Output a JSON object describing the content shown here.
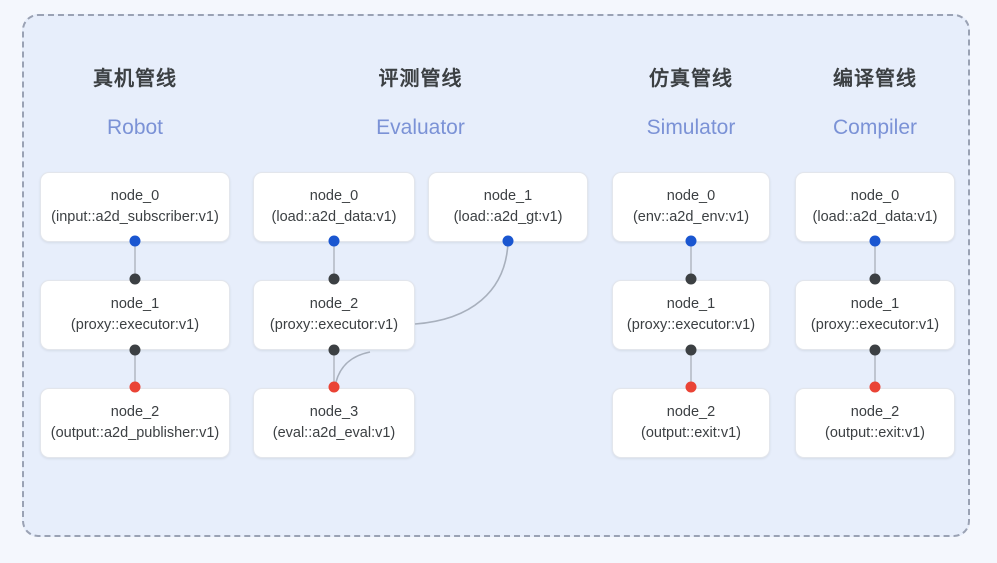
{
  "diagram": {
    "title_cn_robot": "真机管线",
    "frame_style": "dashed",
    "background_color": "#e7eefb",
    "page_background_color": "#f4f7fd",
    "accent_color": "#7b92d6",
    "port_colors": {
      "input": "#1a56d0",
      "middle": "#3c4043",
      "output": "#ea4335"
    },
    "edge_color": "#bfc5d0"
  },
  "columns": [
    {
      "title_cn": "真机管线",
      "title_en": "Robot",
      "nodes": [
        {
          "id": "node_0",
          "type": "(input::a2d_subscriber:v1)"
        },
        {
          "id": "node_1",
          "type": "(proxy::executor:v1)"
        },
        {
          "id": "node_2",
          "type": "(output::a2d_publisher:v1)"
        }
      ]
    },
    {
      "title_cn": "评测管线",
      "title_en": "Evaluator",
      "nodes": [
        {
          "id": "node_0",
          "type": "(load::a2d_data:v1)"
        },
        {
          "id": "node_1",
          "type": "(load::a2d_gt:v1)"
        },
        {
          "id": "node_2",
          "type": "(proxy::executor:v1)"
        },
        {
          "id": "node_3",
          "type": "(eval::a2d_eval:v1)"
        }
      ]
    },
    {
      "title_cn": "仿真管线",
      "title_en": "Simulator",
      "nodes": [
        {
          "id": "node_0",
          "type": "(env::a2d_env:v1)"
        },
        {
          "id": "node_1",
          "type": "(proxy::executor:v1)"
        },
        {
          "id": "node_2",
          "type": "(output::exit:v1)"
        }
      ]
    },
    {
      "title_cn": "编译管线",
      "title_en": "Compiler",
      "nodes": [
        {
          "id": "node_0",
          "type": "(load::a2d_data:v1)"
        },
        {
          "id": "node_1",
          "type": "(proxy::executor:v1)"
        },
        {
          "id": "node_2",
          "type": "(output::exit:v1)"
        }
      ]
    }
  ]
}
